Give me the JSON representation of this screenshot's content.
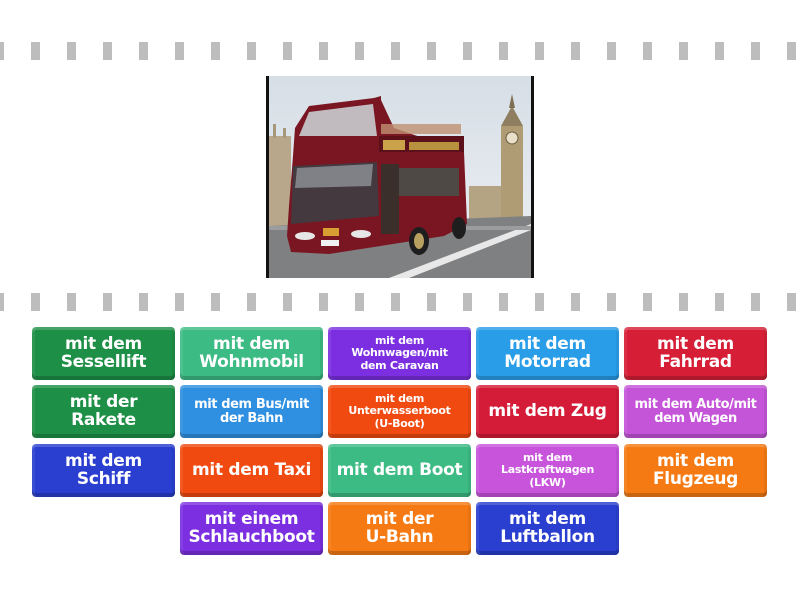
{
  "image": {
    "alt": "Red open-top double-decker sightseeing bus in front of Big Ben, London",
    "icon": "photo-bus"
  },
  "dividers": {
    "color": "#bdbdbd",
    "dash_positions": [
      -5,
      31,
      67,
      103,
      139,
      175,
      211,
      247,
      283,
      319,
      355,
      391,
      427,
      463,
      499,
      535,
      571,
      607,
      643,
      679,
      715,
      751,
      787
    ]
  },
  "tiles": [
    {
      "label": "mit dem Sessellift",
      "lines": [
        "mit dem",
        "Sessellift"
      ],
      "color": "#1e8f46",
      "size": "big",
      "col": 0,
      "row": 0
    },
    {
      "label": "mit dem Wohnmobil",
      "lines": [
        "mit dem",
        "Wohnmobil"
      ],
      "color": "#3dbb84",
      "size": "big",
      "col": 1,
      "row": 0
    },
    {
      "label": "mit dem Wohnwagen/mit dem Caravan",
      "lines": [
        "mit dem",
        "Wohnwagen/mit",
        "dem Caravan"
      ],
      "color": "#7b2fe0",
      "size": "small",
      "col": 2,
      "row": 0
    },
    {
      "label": "mit dem Motorrad",
      "lines": [
        "mit dem",
        "Motorrad"
      ],
      "color": "#2a9de8",
      "size": "big",
      "col": 3,
      "row": 0
    },
    {
      "label": "mit dem Fahrrad",
      "lines": [
        "mit dem",
        "Fahrrad"
      ],
      "color": "#d61f36",
      "size": "big",
      "col": 4,
      "row": 0
    },
    {
      "label": "mit der Rakete",
      "lines": [
        "mit der",
        "Rakete"
      ],
      "color": "#1e8f46",
      "size": "big",
      "col": 0,
      "row": 1
    },
    {
      "label": "mit dem Bus/mit der Bahn",
      "lines": [
        "mit dem Bus/mit",
        "der Bahn"
      ],
      "color": "#2f8fe0",
      "size": "mid",
      "col": 1,
      "row": 1
    },
    {
      "label": "mit dem Unterwasserboot (U-Boot)",
      "lines": [
        "mit dem",
        "Unterwasserboot",
        "(U-Boot)"
      ],
      "color": "#f04a10",
      "size": "small",
      "col": 2,
      "row": 1
    },
    {
      "label": "mit dem Zug",
      "lines": [
        "mit dem Zug"
      ],
      "color": "#d41c38",
      "size": "big",
      "col": 3,
      "row": 1
    },
    {
      "label": "mit dem Auto/mit dem Wagen",
      "lines": [
        "mit dem Auto/mit",
        "dem Wagen"
      ],
      "color": "#c454d8",
      "size": "mid",
      "col": 4,
      "row": 1
    },
    {
      "label": "mit dem Schiff",
      "lines": [
        "mit dem",
        "Schiff"
      ],
      "color": "#2a3fd0",
      "size": "big",
      "col": 0,
      "row": 2
    },
    {
      "label": "mit dem Taxi",
      "lines": [
        "mit dem Taxi"
      ],
      "color": "#f04a10",
      "size": "big",
      "col": 1,
      "row": 2
    },
    {
      "label": "mit dem Boot",
      "lines": [
        "mit dem Boot"
      ],
      "color": "#3dbb84",
      "size": "big",
      "col": 2,
      "row": 2
    },
    {
      "label": "mit dem Lastkraftwagen (LKW)",
      "lines": [
        "mit dem",
        "Lastkraftwagen",
        "(LKW)"
      ],
      "color": "#c854dc",
      "size": "small",
      "col": 3,
      "row": 2
    },
    {
      "label": "mit dem Flugzeug",
      "lines": [
        "mit dem",
        "Flugzeug"
      ],
      "color": "#f57a14",
      "size": "big",
      "col": 4,
      "row": 2
    },
    {
      "label": "mit einem Schlauchboot",
      "lines": [
        "mit einem",
        "Schlauchboot"
      ],
      "color": "#7b2fe0",
      "size": "big",
      "col": 1,
      "row": 3
    },
    {
      "label": "mit der U-Bahn",
      "lines": [
        "mit der",
        "U-Bahn"
      ],
      "color": "#f57a14",
      "size": "big",
      "col": 2,
      "row": 3
    },
    {
      "label": "mit dem Luftballon",
      "lines": [
        "mit dem",
        "Luftballon"
      ],
      "color": "#2a3fd0",
      "size": "big",
      "col": 3,
      "row": 3
    }
  ]
}
